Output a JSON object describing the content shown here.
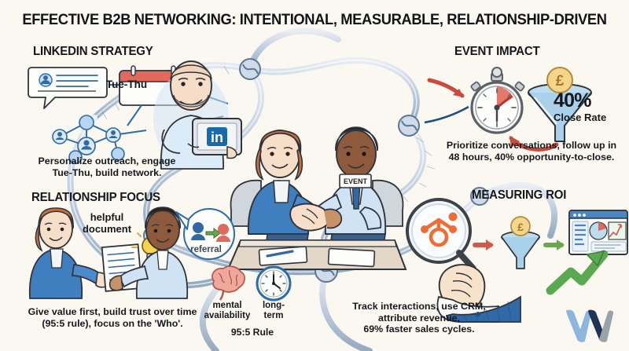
{
  "poster": {
    "title": "EFFECTIVE B2B NETWORKING: INTENTIONAL, MEASURABLE, RELATIONSHIP-DRIVEN",
    "background_color": "#faf8f0",
    "ink_color": "#15181c"
  },
  "sections": {
    "linkedin": {
      "heading": "LINKEDIN STRATEGY",
      "calendar_label": "Tue-Thu",
      "tablet_logo": "in",
      "caption_line1": "Personalize outreach, engage",
      "caption_line2": "Tue-Thu, build network.",
      "accent_color": "#2d6ca8"
    },
    "event_impact": {
      "heading": "EVENT IMPACT",
      "stat_value": "40%",
      "stat_label": "Close Rate",
      "currency_symbol": "£",
      "caption_line1": "Prioritize conversations, follow up in",
      "caption_line2": "48 hours, 40% opportunity-to-close.",
      "accent_color": "#c94b3c"
    },
    "relationship_focus": {
      "heading": "RELATIONSHIP FOCUS",
      "doc_label_line1": "helpful",
      "doc_label_line2": "document",
      "referral_label": "referral",
      "caption_line1": "Give value first, build trust over time",
      "caption_line2": "(95:5 rule), focus on the 'Who'.",
      "accent_color": "#2d6ca8"
    },
    "rule_cluster": {
      "brain_label_line1": "mental",
      "brain_label_line2": "availability",
      "clock_label_line1": "long-",
      "clock_label_line2": "term",
      "rule_label": "95:5 Rule"
    },
    "measuring_roi": {
      "heading": "MEASURING ROI",
      "crm_icon": "hubspot-sprocket-icon",
      "currency_symbol": "£",
      "caption_line1": "Track interactions, use CRM,",
      "caption_line2": "attribute revenue,",
      "caption_line3": "69% faster sales cycles.",
      "accent_color": "#5aa84f"
    },
    "center": {
      "badge_label": "EVENT",
      "scene": "handshake-at-table"
    }
  },
  "logo": {
    "name": "w-logo",
    "colors": [
      "#8cb6dd",
      "#1e3558",
      "#9aa3ab"
    ]
  }
}
